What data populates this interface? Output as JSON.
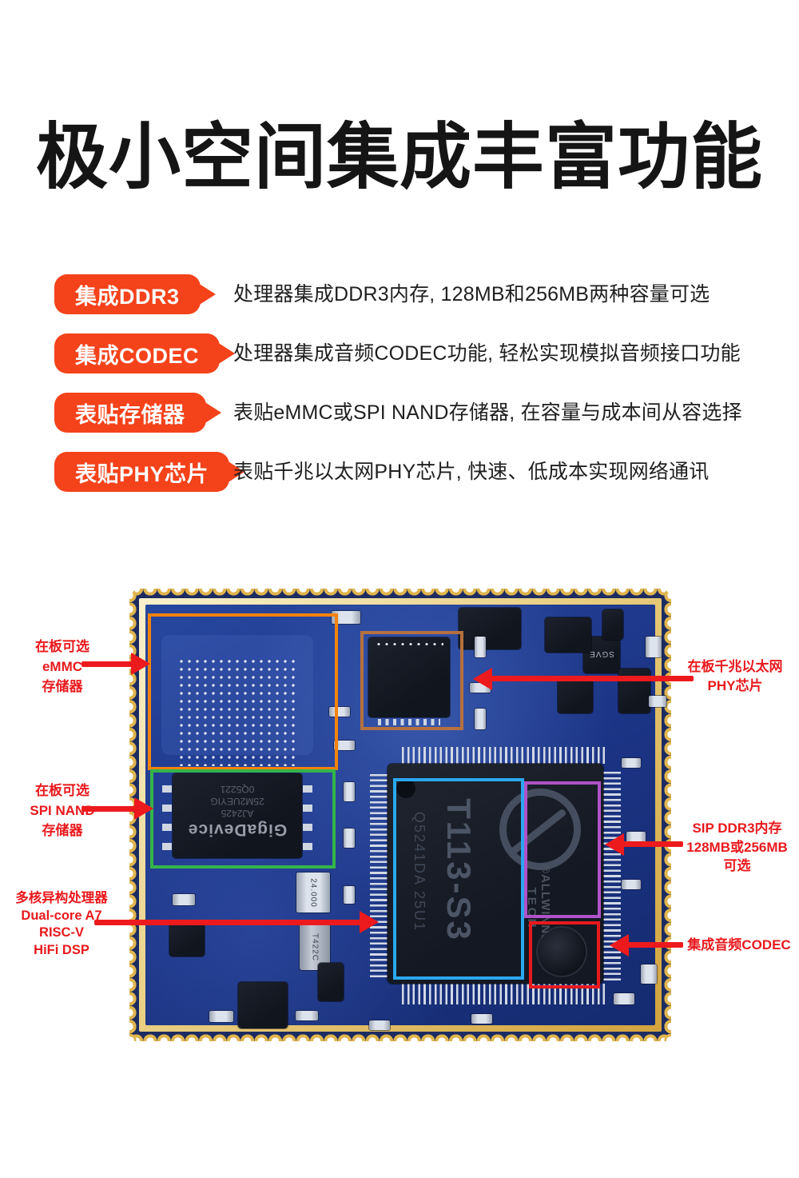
{
  "title": "极小空间集成丰富功能",
  "features": [
    {
      "badge": "集成DDR3",
      "desc": "处理器集成DDR3内存, 128MB和256MB两种容量可选"
    },
    {
      "badge": "集成CODEC",
      "desc": "处理器集成音频CODEC功能, 轻松实现模拟音频接口功能"
    },
    {
      "badge": "表贴存储器",
      "desc": "表贴eMMC或SPI NAND存储器, 在容量与成本间从容选择"
    },
    {
      "badge": "表贴PHY芯片",
      "desc": "表贴千兆以太网PHY芯片, 快速、低成本实现网络通讯"
    }
  ],
  "callouts": {
    "emmc": {
      "lines": [
        "在板可选",
        "eMMC",
        "存储器"
      ]
    },
    "spi_nand": {
      "lines": [
        "在板可选",
        "SPI NAND",
        "存储器"
      ]
    },
    "cpu": {
      "lines": [
        "多核异构处理器",
        "Dual-core A7",
        "RISC-V",
        "HiFi DSP"
      ]
    },
    "phy": {
      "lines": [
        "在板千兆以太网",
        "PHY芯片"
      ]
    },
    "ddr": {
      "lines": [
        "SIP DDR3内存",
        "128MB或256MB",
        "可选"
      ]
    },
    "codec": {
      "lines": [
        "集成音频CODEC"
      ]
    }
  },
  "board": {
    "chip": {
      "model": "T113-S3",
      "lot": "Q5241DA 25U1",
      "brand": "®ALLWINNER",
      "brand2": "TECH"
    },
    "nand": {
      "brand": "GigaDevice",
      "line1": "AJ2425",
      "line2": "25M2UEYIG",
      "line3": "0Q5221"
    },
    "misc": {
      "crystal": "24.000",
      "ic1": "T422C",
      "ic2": "SGVE"
    }
  },
  "colors": {
    "accent": "#f4421a",
    "annotation": "#e8191d",
    "box_orange": "#f5820d",
    "box_green": "#35b44a",
    "box_brown": "#b5713f",
    "box_blue": "#29a8f0",
    "box_purple": "#b052c8",
    "box_red": "#e8191d",
    "pcb_blue": "#1e3a8c",
    "pcb_gold": "#e0b54e"
  }
}
